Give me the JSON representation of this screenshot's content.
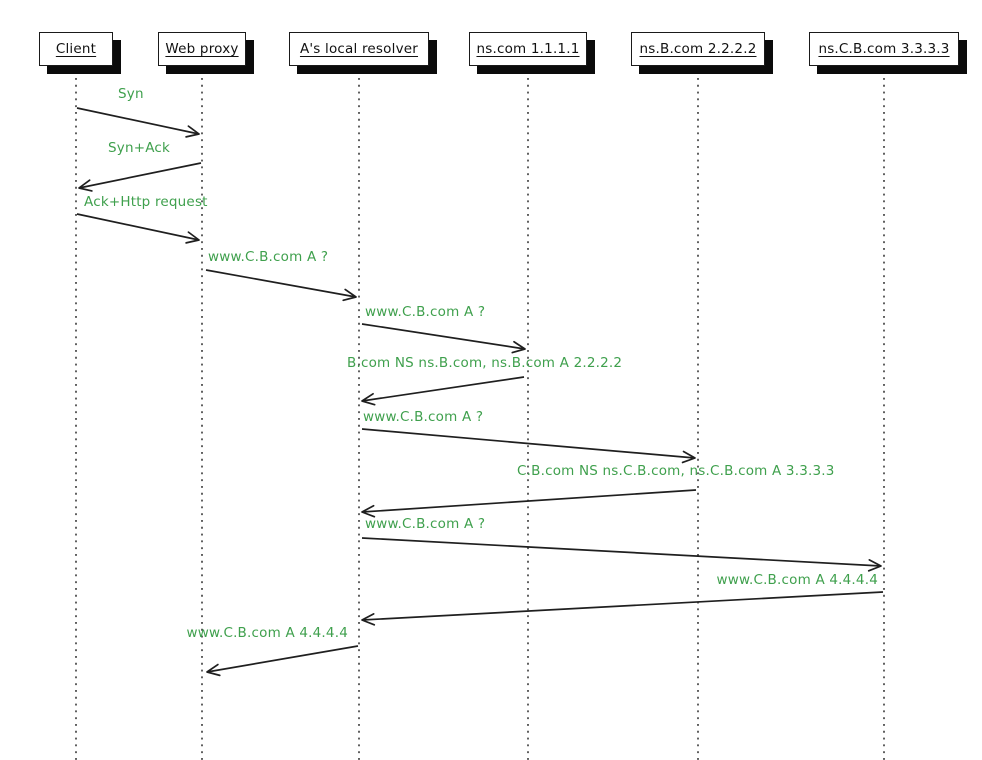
{
  "diagram_type": "dns-resolution-sequence-diagram",
  "colors": {
    "background": "#ffffff",
    "message_text": "#3fa04d",
    "arrow": "#1f1f1f",
    "actor_text": "#111111",
    "actor_box_shadow": "#0b0b0b"
  },
  "actors": [
    {
      "label": "Client"
    },
    {
      "label": "Web proxy"
    },
    {
      "label": "A's local resolver"
    },
    {
      "label": "ns.com 1.1.1.1"
    },
    {
      "label": "ns.B.com 2.2.2.2"
    },
    {
      "label": "ns.C.B.com 3.3.3.3"
    }
  ],
  "messages": [
    {
      "label": "Syn",
      "from": "Client",
      "to": "Web proxy"
    },
    {
      "label": "Syn+Ack",
      "from": "Web proxy",
      "to": "Client"
    },
    {
      "label": "Ack+Http request",
      "from": "Client",
      "to": "Web proxy"
    },
    {
      "label": "www.C.B.com A ?",
      "from": "Web proxy",
      "to": "A's local resolver"
    },
    {
      "label": "www.C.B.com A ?",
      "from": "A's local resolver",
      "to": "ns.com 1.1.1.1"
    },
    {
      "label": "B.com NS ns.B.com, ns.B.com A 2.2.2.2",
      "from": "ns.com 1.1.1.1",
      "to": "A's local resolver"
    },
    {
      "label": "www.C.B.com A ?",
      "from": "A's local resolver",
      "to": "ns.B.com 2.2.2.2"
    },
    {
      "label": "C.B.com NS ns.C.B.com, ns.C.B.com A 3.3.3.3",
      "from": "ns.B.com 2.2.2.2",
      "to": "A's local resolver"
    },
    {
      "label": "www.C.B.com A ?",
      "from": "A's local resolver",
      "to": "ns.C.B.com 3.3.3.3"
    },
    {
      "label": "www.C.B.com A 4.4.4.4",
      "from": "ns.C.B.com 3.3.3.3",
      "to": "A's local resolver"
    },
    {
      "label": "www.C.B.com A 4.4.4.4",
      "from": "A's local resolver",
      "to": "Web proxy"
    }
  ]
}
